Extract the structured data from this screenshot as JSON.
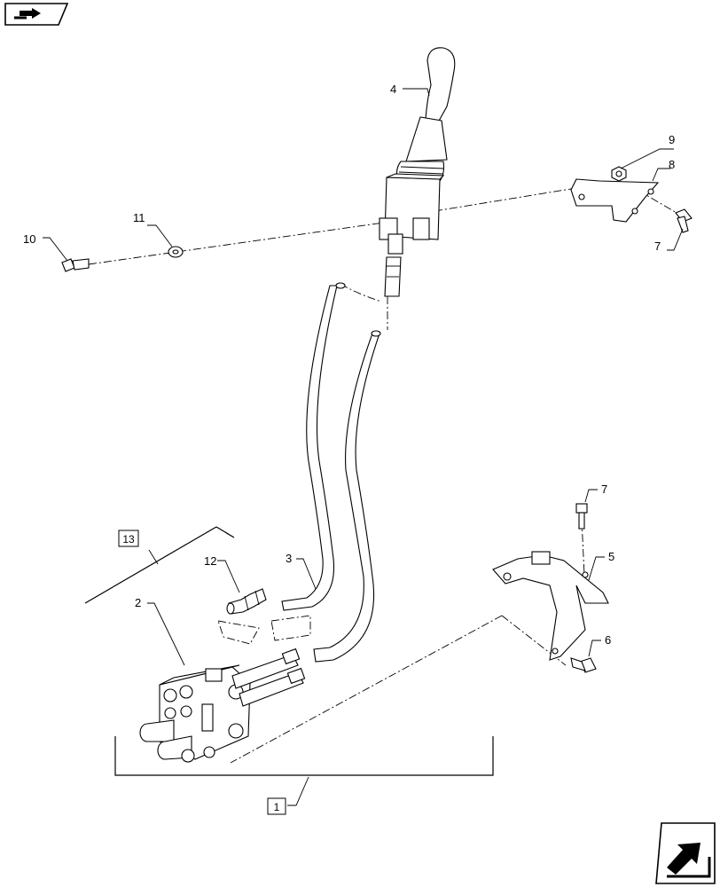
{
  "callouts": {
    "c1": "1",
    "c2": "2",
    "c3": "3",
    "c4": "4",
    "c5": "5",
    "c6": "6",
    "c7a": "7",
    "c7b": "7",
    "c8": "8",
    "c9": "9",
    "c10": "10",
    "c11": "11",
    "c12": "12",
    "c13": "13"
  },
  "icons": {
    "top_left": "previous-page-arrow-icon",
    "bottom_right": "next-page-arrow-icon"
  }
}
